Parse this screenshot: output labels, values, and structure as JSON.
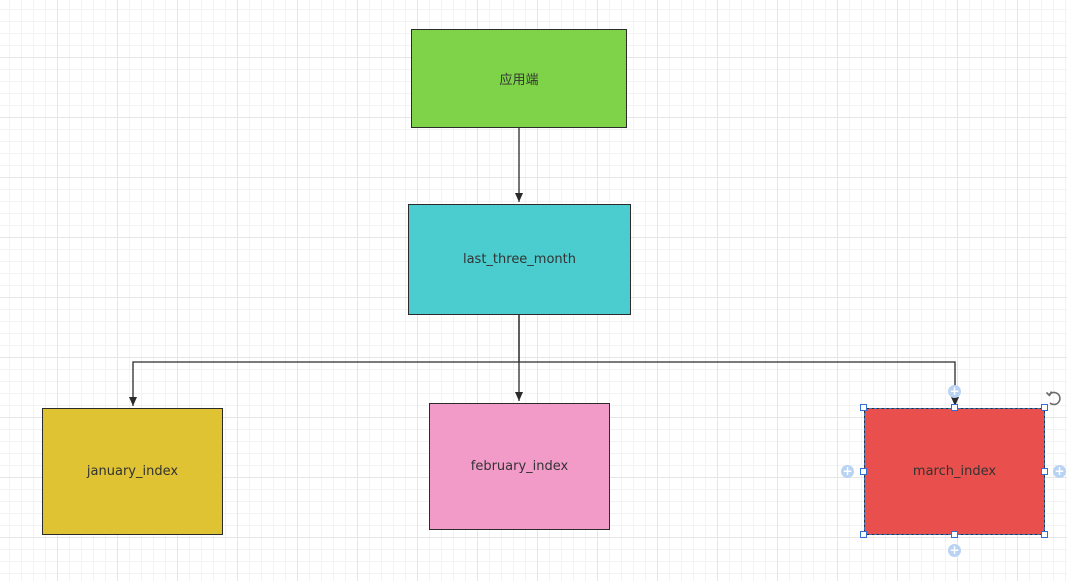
{
  "diagram": {
    "nodes": [
      {
        "id": "node-app",
        "label": "应用端",
        "fill": "#7ed348"
      },
      {
        "id": "node-last",
        "label": "last_three_month",
        "fill": "#4bcccf"
      },
      {
        "id": "node-jan",
        "label": "january_index",
        "fill": "#dfc332"
      },
      {
        "id": "node-feb",
        "label": "february_index",
        "fill": "#f29bc9"
      },
      {
        "id": "node-mar",
        "label": "march_index",
        "fill": "#e94f4c",
        "selected": true
      }
    ],
    "edges": [
      {
        "from": "node-app",
        "to": "node-last"
      },
      {
        "from": "node-last",
        "to": "node-jan"
      },
      {
        "from": "node-last",
        "to": "node-feb"
      },
      {
        "from": "node-last",
        "to": "node-mar"
      }
    ]
  },
  "colors": {
    "stroke": "#2b2b2b",
    "selection": "#2f6fd6",
    "grid": "#e6e6e6"
  },
  "icons": {
    "connect_handle": "plus-circle-icon",
    "rotate_handle": "rotate-icon"
  }
}
